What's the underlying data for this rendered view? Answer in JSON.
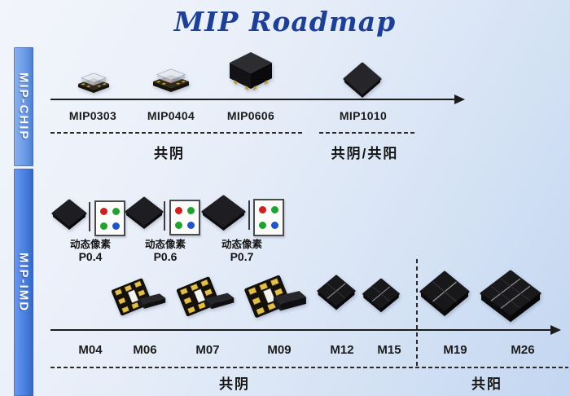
{
  "title": "MIP Roadmap",
  "sidebar": {
    "chip_label": "MIP-CHIP",
    "imd_label": "MIP-IMD"
  },
  "chip_section": {
    "products": [
      {
        "label": "MIP0303"
      },
      {
        "label": "MIP0404"
      },
      {
        "label": "MIP0606"
      },
      {
        "label": "MIP1010"
      }
    ],
    "group_labels": [
      {
        "label": "共阴"
      },
      {
        "label": "共阴/共阳"
      }
    ]
  },
  "imd_section": {
    "pixel_groups": [
      {
        "name": "动态像素",
        "pitch": "P0.4"
      },
      {
        "name": "动态像素",
        "pitch": "P0.6"
      },
      {
        "name": "动态像素",
        "pitch": "P0.7"
      }
    ],
    "modules": [
      {
        "label": "M04"
      },
      {
        "label": "M06"
      },
      {
        "label": "M07"
      },
      {
        "label": "M09"
      },
      {
        "label": "M12"
      },
      {
        "label": "M15"
      },
      {
        "label": "M19"
      },
      {
        "label": "M26"
      }
    ],
    "group_labels": [
      {
        "label": "共阴"
      },
      {
        "label": "共阳"
      }
    ]
  },
  "colors": {
    "title": "#1d4096",
    "bar_chip": "#6b9ce7",
    "bar_imd": "#4a80e2",
    "timeline": "#1c1c1c",
    "pixel_red": "#cf1f1f",
    "pixel_green": "#1fa32e",
    "pixel_blue": "#2153c9"
  }
}
